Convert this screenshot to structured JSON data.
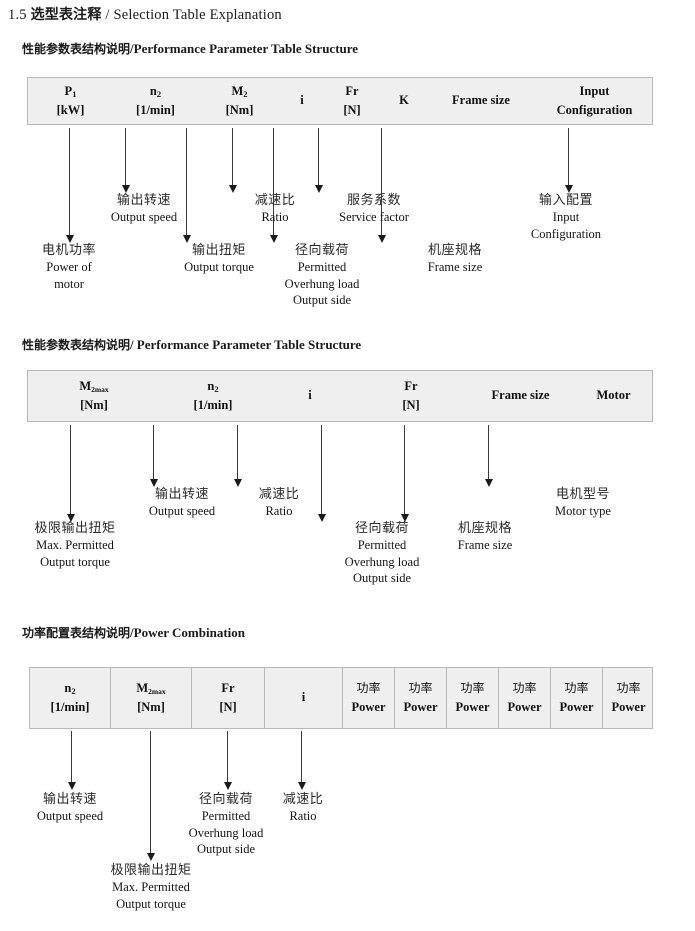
{
  "doc": {
    "number": "1.5",
    "title_cn": "选型表注释",
    "separator": "/",
    "title_en": "Selection Table Explanation"
  },
  "sections": [
    {
      "id": "performance-1",
      "heading_cn": "性能参数表结构说明",
      "heading_sep": "/",
      "heading_en": "Performance Parameter Table Structure",
      "table": {
        "columns": [
          {
            "line1": "P",
            "sub1": "1",
            "line2": "[kW]"
          },
          {
            "line1": "n",
            "sub1": "2",
            "line2": "[1/min]"
          },
          {
            "line1": "M",
            "sub1": "2",
            "line2": "[Nm]"
          },
          {
            "line1": "i",
            "sub1": "",
            "line2": ""
          },
          {
            "line1": "Fr",
            "sub1": "",
            "line2": "[N]"
          },
          {
            "line1": "K",
            "sub1": "",
            "line2": ""
          },
          {
            "line1": "Frame size",
            "sub1": "",
            "line2": ""
          },
          {
            "line1": "Input",
            "sub1": "",
            "line2": "Configuration"
          }
        ]
      },
      "annotations": [
        {
          "cn": "电机功率",
          "en": [
            "Power of",
            "motor"
          ]
        },
        {
          "cn": "输出转速",
          "en": [
            "Output speed"
          ]
        },
        {
          "cn": "输出扭矩",
          "en": [
            "Output torque"
          ]
        },
        {
          "cn": "减速比",
          "en": [
            "Ratio"
          ]
        },
        {
          "cn": "径向载荷",
          "en": [
            "Permitted",
            "Overhung load",
            "Output side"
          ]
        },
        {
          "cn": "服务系数",
          "en": [
            "Service factor"
          ]
        },
        {
          "cn": "机座规格",
          "en": [
            "Frame size"
          ]
        },
        {
          "cn": "输入配置",
          "en": [
            "Input",
            "Configuration"
          ]
        }
      ]
    },
    {
      "id": "performance-2",
      "heading_cn": "性能参数表结构说明",
      "heading_sep": "/",
      "heading_en": "Performance Parameter Table Structure",
      "table": {
        "columns": [
          {
            "line1": "M",
            "sub1": "2max",
            "line2": "[Nm]"
          },
          {
            "line1": "n",
            "sub1": "2",
            "line2": "[1/min]"
          },
          {
            "line1": "i",
            "sub1": "",
            "line2": ""
          },
          {
            "line1": "Fr",
            "sub1": "",
            "line2": "[N]"
          },
          {
            "line1": "Frame size",
            "sub1": "",
            "line2": ""
          },
          {
            "line1": "Motor",
            "sub1": "",
            "line2": ""
          }
        ]
      },
      "annotations": [
        {
          "cn": "极限输出扭矩",
          "en": [
            "Max. Permitted",
            "Output  torque"
          ]
        },
        {
          "cn": "输出转速",
          "en": [
            "Output speed"
          ]
        },
        {
          "cn": "减速比",
          "en": [
            "Ratio"
          ]
        },
        {
          "cn": "径向载荷",
          "en": [
            "Permitted",
            "Overhung load",
            "Output side"
          ]
        },
        {
          "cn": "机座规格",
          "en": [
            "Frame size"
          ]
        },
        {
          "cn": "电机型号",
          "en": [
            "Motor type"
          ]
        }
      ]
    },
    {
      "id": "power-combination",
      "heading_cn": "功率配置表结构说明",
      "heading_sep": "/",
      "heading_en": "Power Combination",
      "table": {
        "columns": [
          {
            "line1": "n",
            "sub1": "2",
            "line2": "[1/min]"
          },
          {
            "line1": "M",
            "sub1": "2max",
            "line2": "[Nm]"
          },
          {
            "line1": "Fr",
            "sub1": "",
            "line2": "[N]"
          },
          {
            "line1": "i",
            "sub1": "",
            "line2": ""
          },
          {
            "line1_cn": "功率",
            "line2": "Power"
          },
          {
            "line1_cn": "功率",
            "line2": "Power"
          },
          {
            "line1_cn": "功率",
            "line2": "Power"
          },
          {
            "line1_cn": "功率",
            "line2": "Power"
          },
          {
            "line1_cn": "功率",
            "line2": "Power"
          },
          {
            "line1_cn": "功率",
            "line2": "Power"
          }
        ]
      },
      "annotations": [
        {
          "cn": "输出转速",
          "en": [
            "Output speed"
          ]
        },
        {
          "cn": "极限输出扭矩",
          "en": [
            "Max. Permitted",
            "Output  torque"
          ]
        },
        {
          "cn": "径向载荷",
          "en": [
            "Permitted",
            "Overhung load",
            "Output side"
          ]
        },
        {
          "cn": "减速比",
          "en": [
            "Ratio"
          ]
        }
      ]
    }
  ],
  "colors": {
    "table_fill": "#efefef",
    "table_border": "#b9b9b9",
    "text": "#1a1a1a"
  }
}
